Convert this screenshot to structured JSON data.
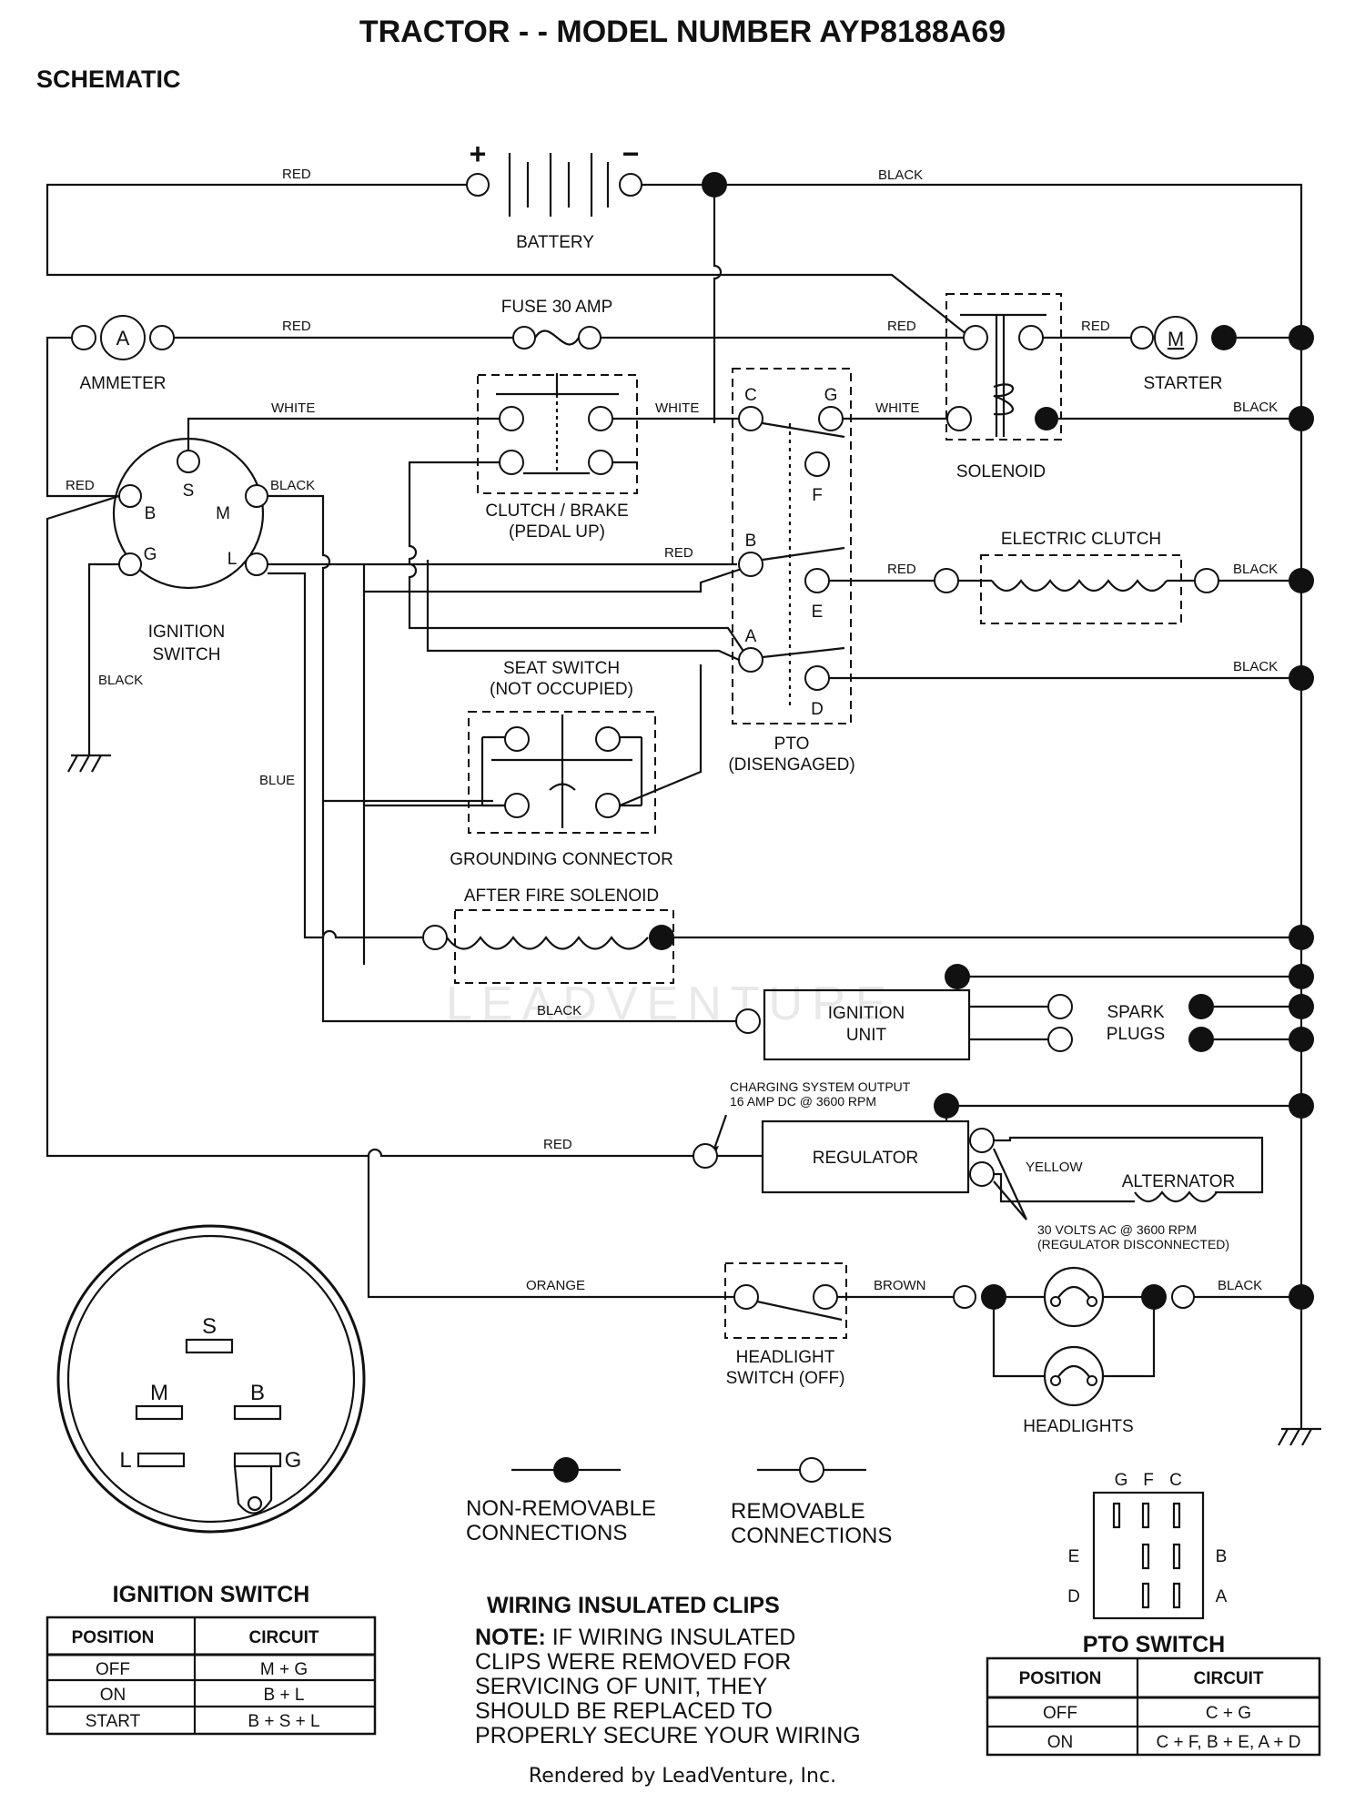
{
  "title": "TRACTOR - - MODEL NUMBER AYP8188A69",
  "subtitle": "SCHEMATIC",
  "watermark": "LEADVENTURE",
  "credit": "Rendered by LeadVenture, Inc.",
  "components": {
    "battery": "BATTERY",
    "battery_plus": "+",
    "battery_minus": "−",
    "fuse": "FUSE 30 AMP",
    "ammeter": "AMMETER",
    "ammeter_symbol": "A",
    "starter": "STARTER",
    "starter_symbol": "M",
    "solenoid": "SOLENOID",
    "clutch_brake_1": "CLUTCH / BRAKE",
    "clutch_brake_2": "(PEDAL UP)",
    "electric_clutch": "ELECTRIC CLUTCH",
    "ignition_switch_1": "IGNITION",
    "ignition_switch_2": "SWITCH",
    "seat_switch_1": "SEAT SWITCH",
    "seat_switch_2": "(NOT OCCUPIED)",
    "grounding_connector": "GROUNDING CONNECTOR",
    "pto_1": "PTO",
    "pto_2": "(DISENGAGED)",
    "after_fire": "AFTER FIRE SOLENOID",
    "ignition_unit_1": "IGNITION",
    "ignition_unit_2": "UNIT",
    "spark_plugs_1": "SPARK",
    "spark_plugs_2": "PLUGS",
    "regulator": "REGULATOR",
    "alternator": "ALTERNATOR",
    "charging_note_1": "CHARGING SYSTEM OUTPUT",
    "charging_note_2": "16 AMP DC @ 3600 RPM",
    "alternator_note_1": "30 VOLTS AC @ 3600 RPM",
    "alternator_note_2": "(REGULATOR DISCONNECTED)",
    "headlight_switch_1": "HEADLIGHT",
    "headlight_switch_2": "SWITCH (OFF)",
    "headlights": "HEADLIGHTS"
  },
  "terminals": {
    "ign_s": "S",
    "ign_b": "B",
    "ign_m": "M",
    "ign_g": "G",
    "ign_l": "L",
    "pto_c": "C",
    "pto_g": "G",
    "pto_f": "F",
    "pto_b": "B",
    "pto_e": "E",
    "pto_a": "A",
    "pto_d": "D"
  },
  "wire_colors": {
    "red": "RED",
    "black": "BLACK",
    "white": "WHITE",
    "blue": "BLUE",
    "yellow": "YELLOW",
    "orange": "ORANGE",
    "brown": "BROWN"
  },
  "legend": {
    "non_removable_1": "NON-REMOVABLE",
    "non_removable_2": "CONNECTIONS",
    "removable_1": "REMOVABLE",
    "removable_2": "CONNECTIONS"
  },
  "ignition_face": {
    "s": "S",
    "m": "M",
    "b": "B",
    "l": "L",
    "g": "G"
  },
  "pto_face": {
    "g": "G",
    "f": "F",
    "c": "C",
    "e": "E",
    "b": "B",
    "d": "D",
    "a": "A"
  },
  "ignition_table": {
    "title": "IGNITION SWITCH",
    "headers": [
      "POSITION",
      "CIRCUIT"
    ],
    "rows": [
      [
        "OFF",
        "M + G"
      ],
      [
        "ON",
        "B + L"
      ],
      [
        "START",
        "B + S + L"
      ]
    ]
  },
  "pto_table": {
    "title": "PTO SWITCH",
    "headers": [
      "POSITION",
      "CIRCUIT"
    ],
    "rows": [
      [
        "OFF",
        "C + G"
      ],
      [
        "ON",
        "C + F, B + E, A + D"
      ]
    ]
  },
  "clips_note": {
    "title": "WIRING INSULATED CLIPS",
    "note_label": "NOTE:",
    "line1": " IF WIRING INSULATED",
    "line2": "CLIPS WERE REMOVED FOR",
    "line3": "SERVICING OF UNIT, THEY",
    "line4": "SHOULD BE REPLACED TO",
    "line5": "PROPERLY SECURE YOUR WIRING"
  }
}
